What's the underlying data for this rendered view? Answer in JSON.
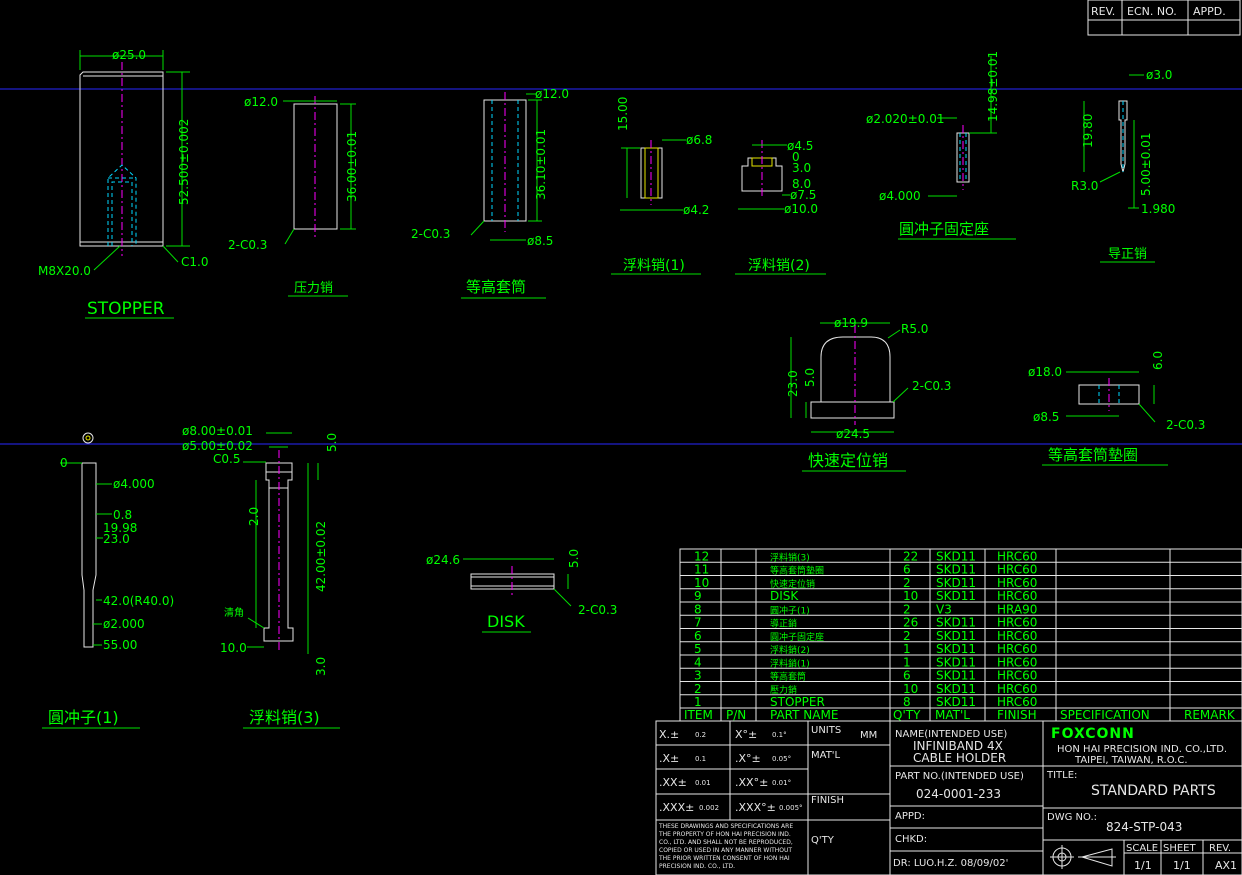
{
  "revision_block": {
    "headers": [
      "REV.",
      "ECN. NO.",
      "APPD."
    ]
  },
  "parts": {
    "stopper": {
      "label": "STOPPER",
      "dim_dia": "ø25.0",
      "dim_len": "52.500±0.002",
      "thread": "M8X20.0",
      "chamfer": "C1.0"
    },
    "press_pin": {
      "label": "压力销",
      "dim_dia": "ø12.0",
      "dim_len": "36.00±0.01",
      "chamfer": "2-C0.3"
    },
    "sleeve": {
      "label": "等高套筒",
      "dim_dia": "ø12.0",
      "dim_len": "36.10±0.01",
      "chamfer": "2-C0.3",
      "dim_bore": "ø8.5"
    },
    "lifter1": {
      "label": "浮料销(1)",
      "dim_len": "15.00",
      "dim_dia": "ø6.8",
      "dim_dia2": "ø4.2"
    },
    "lifter2": {
      "label": "浮料销(2)",
      "d1": "ø4.5",
      "d2": "0",
      "d3": "3.0",
      "d4": "8.0",
      "d5": "ø7.5",
      "d6": "ø10.0"
    },
    "punch_holder": {
      "label": "圓冲子固定座",
      "dim_dia": "ø2.020±0.01",
      "dim_len": "14.98±0.01",
      "dim_dia2": "ø4.000"
    },
    "guide_pin": {
      "label": "导正销",
      "d1": "ø3.0",
      "d2": "19.80",
      "d3": "R3.0",
      "d4": "5.00±0.01",
      "d5": "1.980"
    },
    "quick_pin": {
      "label": "快速定位销",
      "d1": "ø19.9",
      "d2": "R5.0",
      "d3": "23.0",
      "d4": "5.0",
      "d5": "2-C0.3",
      "d6": "ø24.5"
    },
    "washer": {
      "label": "等高套筒墊圈",
      "d1": "ø18.0",
      "d2": "6.0",
      "d3": "ø8.5",
      "d4": "2-C0.3"
    },
    "punch": {
      "label": "圓冲子(1)",
      "d0": "0",
      "d1": "ø4.000",
      "d2": "0.8",
      "d3": "19.98",
      "d4": "23.0",
      "d5": "42.0(R40.0)",
      "d6": "ø2.000",
      "d7": "55.00"
    },
    "lifter3": {
      "label": "浮料销(3)",
      "d1": "ø8.00±0.01",
      "d2": "ø5.00±0.02",
      "d3": "C0.5",
      "d4": "5.0",
      "d5": "2.0",
      "d6": "42.00±0.02",
      "d7": "清角",
      "d8": "10.0",
      "d9": "3.0"
    },
    "disk": {
      "label": "DISK",
      "d1": "ø24.6",
      "d2": "5.0",
      "d3": "2-C0.3"
    }
  },
  "bom": {
    "headers": [
      "ITEM",
      "P/N",
      "PART NAME",
      "Q'TY",
      "MAT'L",
      "FINISH",
      "SPECIFICATION",
      "REMARK"
    ],
    "rows": [
      [
        "12",
        "",
        "浮料销(3)",
        "22",
        "SKD11",
        "HRC60"
      ],
      [
        "11",
        "",
        "等高套筒墊圈",
        "6",
        "SKD11",
        "HRC60"
      ],
      [
        "10",
        "",
        "快速定位销",
        "2",
        "SKD11",
        "HRC60"
      ],
      [
        "9",
        "",
        "DISK",
        "10",
        "SKD11",
        "HRC60"
      ],
      [
        "8",
        "",
        "圓冲子(1)",
        "2",
        "V3",
        "HRA90"
      ],
      [
        "7",
        "",
        "導正銷",
        "26",
        "SKD11",
        "HRC60"
      ],
      [
        "6",
        "",
        "圓冲子固定座",
        "2",
        "SKD11",
        "HRC60"
      ],
      [
        "5",
        "",
        "浮料銷(2)",
        "1",
        "SKD11",
        "HRC60"
      ],
      [
        "4",
        "",
        "浮料銷(1)",
        "1",
        "SKD11",
        "HRC60"
      ],
      [
        "3",
        "",
        "等高套筒",
        "6",
        "SKD11",
        "HRC60"
      ],
      [
        "2",
        "",
        "壓力銷",
        "10",
        "SKD11",
        "HRC60"
      ],
      [
        "1",
        "",
        "STOPPER",
        "8",
        "SKD11",
        "HRC60"
      ]
    ]
  },
  "title_block": {
    "tol": [
      {
        "a": "X.±",
        "av": "0.2",
        "b": "X°±",
        "bv": "0.1°"
      },
      {
        "a": ".X±",
        "av": "0.1",
        "b": ".X°±",
        "bv": "0.05°"
      },
      {
        "a": ".XX±",
        "av": "0.01",
        "b": ".XX°±",
        "bv": "0.01°"
      },
      {
        "a": ".XXX±",
        "av": "0.002",
        "b": ".XXX°±",
        "bv": "0.005°"
      }
    ],
    "units_label": "UNITS",
    "units": "MM",
    "matl_label": "MAT'L",
    "finish_label": "FINISH",
    "qty_label": "Q'TY",
    "notice": [
      "THESE DRAWINGS AND SPECIFICATIONS ARE",
      "THE PROPERTY OF HON HAI PRECISION IND.",
      "CO., LTD. AND SHALL NOT BE REPRODUCED,",
      "COPIED OR USED IN ANY MANNER WITHOUT",
      "THE PRIOR WRITTEN CONSENT OF HON HAI",
      "PRECISION IND. CO., LTD."
    ],
    "name_label": "NAME(INTENDED USE)",
    "name1": "INFINIBAND 4X",
    "name2": "CABLE HOLDER",
    "partno_label": "PART NO.(INTENDED USE)",
    "partno": "024-0001-233",
    "appd_label": "APPD:",
    "chkd_label": "CHKD:",
    "dr": "DR:  LUO.H.Z.  08/09/02'",
    "logo": "FOXCONN",
    "company": "HON HAI PRECISION IND. CO.,LTD.",
    "location": "TAIPEI, TAIWAN, R.O.C.",
    "title_label": "TITLE:",
    "title": "STANDARD PARTS",
    "dwg_label": "DWG NO.:",
    "dwg_no": "824-STP-043",
    "scale_label": "SCALE",
    "sheet_label": "SHEET",
    "rev_label": "REV.",
    "scale": "1/1",
    "sheet": "1/1",
    "rev": "AX1"
  }
}
